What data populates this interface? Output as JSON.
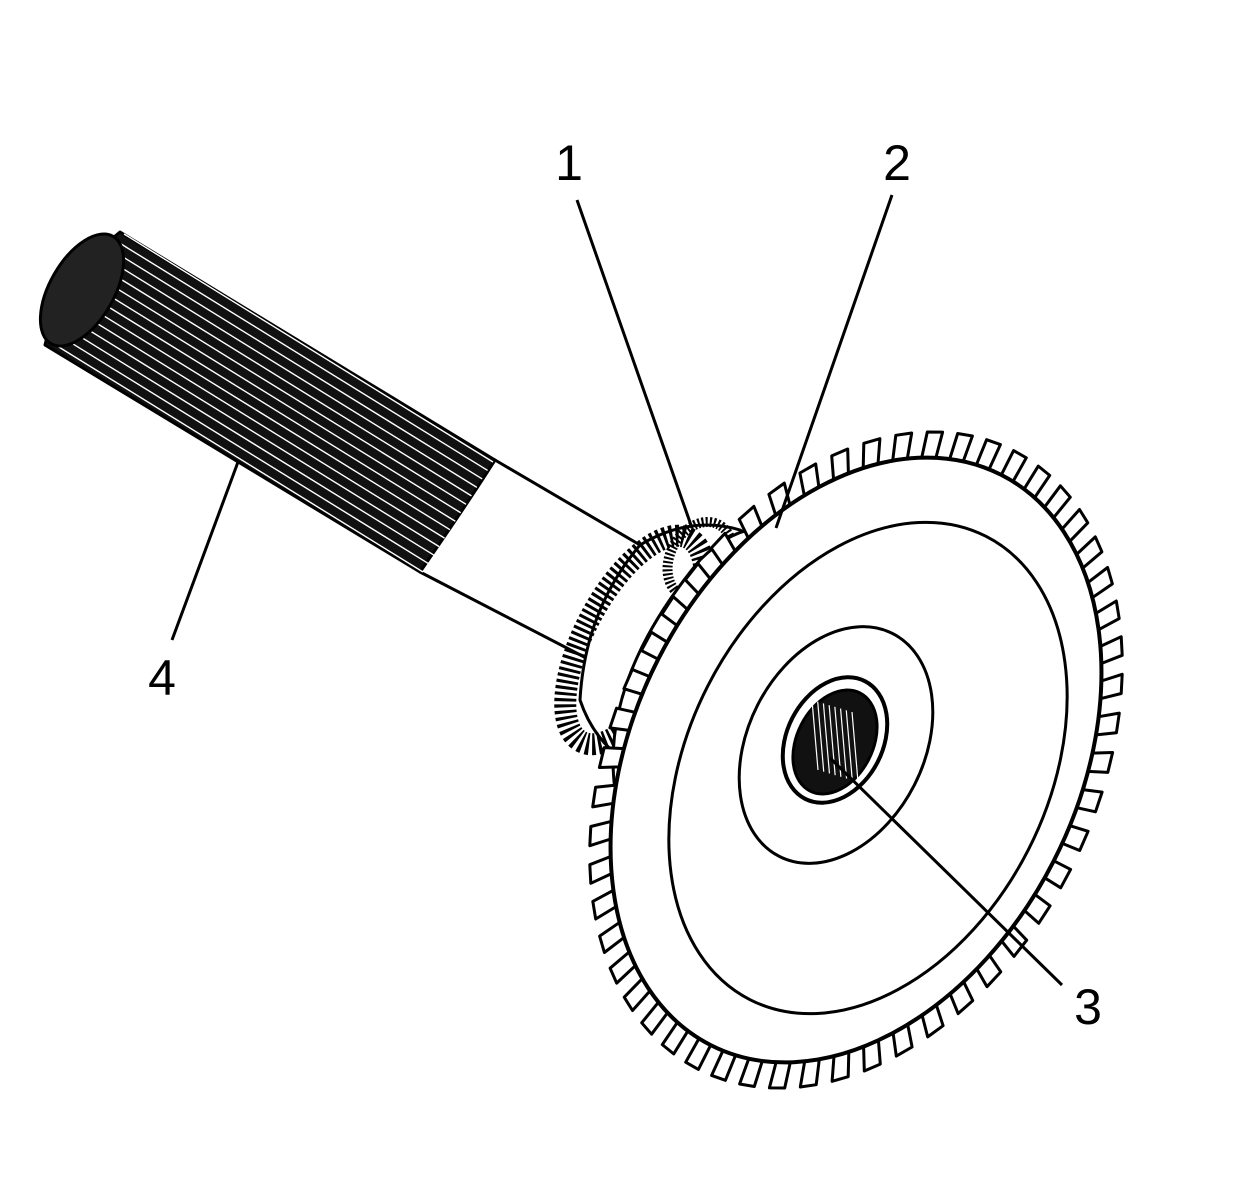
{
  "figure": {
    "callouts": [
      {
        "id": "1",
        "label": "1"
      },
      {
        "id": "2",
        "label": "2"
      },
      {
        "id": "3",
        "label": "3"
      },
      {
        "id": "4",
        "label": "4"
      }
    ],
    "parts": [
      {
        "callout": "1",
        "kind": "splined-hub"
      },
      {
        "callout": "2",
        "kind": "gear-face"
      },
      {
        "callout": "3",
        "kind": "internal-spline-bore"
      },
      {
        "callout": "4",
        "kind": "splined-shaft"
      }
    ],
    "colors": {
      "ink": "#000000",
      "paper": "#ffffff"
    },
    "gear_teeth_count": 52
  }
}
